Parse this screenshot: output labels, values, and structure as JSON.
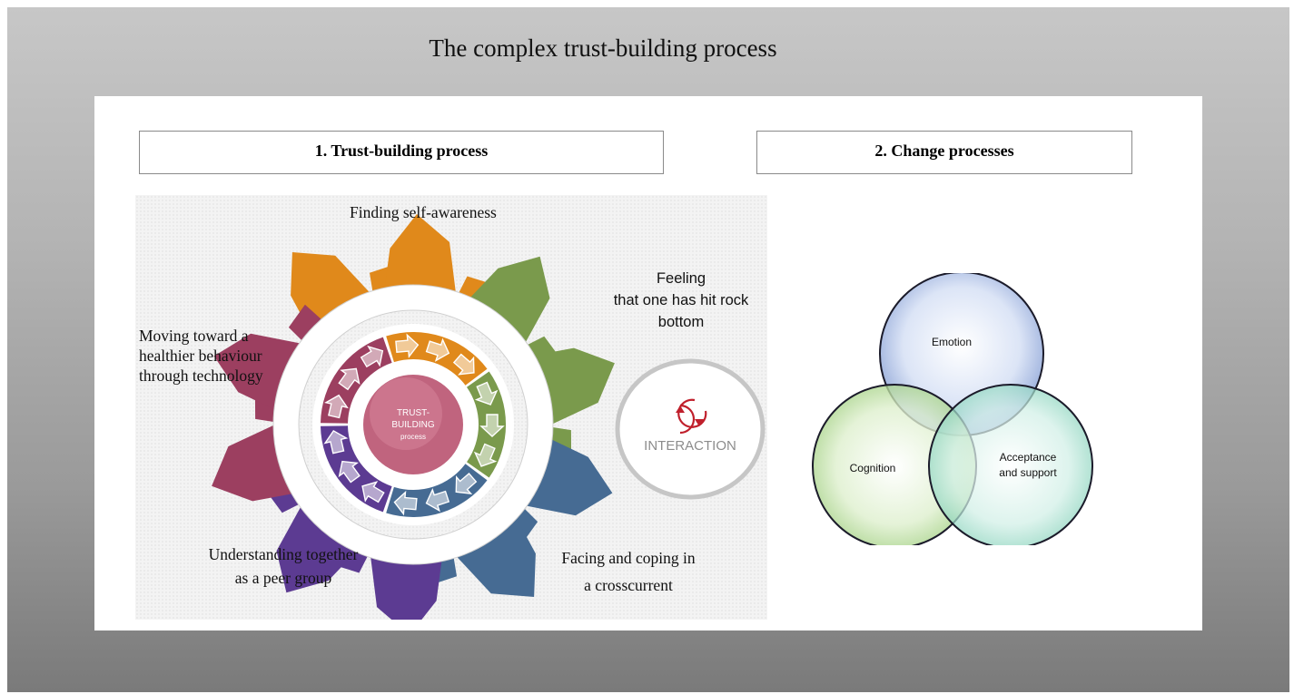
{
  "title": "The complex trust-building process",
  "panel1": {
    "heading": "1.   Trust-building process",
    "center_line1": "TRUST-",
    "center_line2": "BUILDING",
    "center_line3": "process",
    "labels": {
      "top": "Finding self-awareness",
      "top_right_1": "Feeling",
      "top_right_2": "that one has hit rock",
      "top_right_3": "bottom",
      "left_1": "Moving toward a",
      "left_2": "healthier behaviour",
      "left_3": "through technology",
      "bottom_left_1": "Understanding together",
      "bottom_left_2": "as a peer group",
      "bottom_right_1": "Facing  and coping in",
      "bottom_right_2": "a crosscurrent"
    },
    "interaction_label": "INTERACTION",
    "segment_colors": [
      "#e0891b",
      "#7a9a4c",
      "#466b93",
      "#5c3b92",
      "#9c3f60"
    ]
  },
  "panel2": {
    "heading": "2. Change processes",
    "circles": {
      "emotion": "Emotion",
      "cognition": "Cognition",
      "acceptance_1": "Acceptance",
      "acceptance_2": "and support"
    }
  }
}
